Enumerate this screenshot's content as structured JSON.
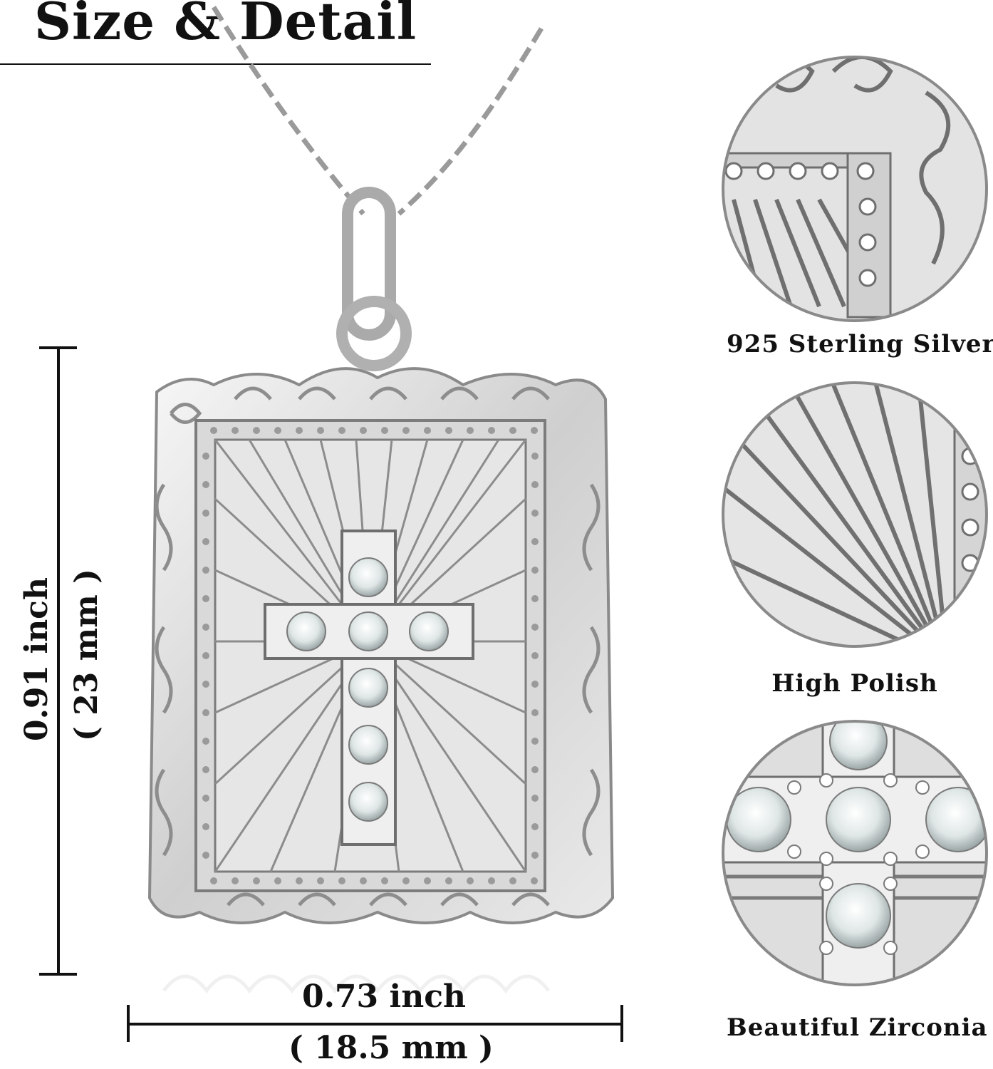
{
  "header": {
    "title": "Size & Detail"
  },
  "dimensions": {
    "height_inch": "0.91 inch",
    "height_mm": "( 23 mm )",
    "width_inch": "0.73 inch",
    "width_mm": "( 18.5 mm )"
  },
  "features": [
    {
      "label": "925 Sterling Silver",
      "icon": "filigree-corner-closeup"
    },
    {
      "label": "High Polish",
      "icon": "sunburst-closeup"
    },
    {
      "label": "Beautiful Zirconia",
      "icon": "zirconia-closeup"
    }
  ],
  "colors": {
    "silver_light": "#f2f2f2",
    "silver_mid": "#b5b5b5",
    "silver_dark": "#5a5a5a",
    "text": "#111111"
  }
}
